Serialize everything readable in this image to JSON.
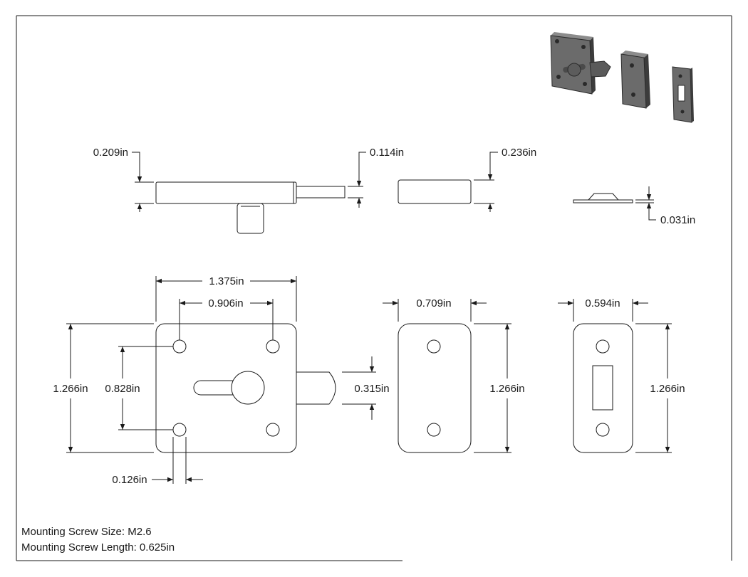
{
  "dimensions": {
    "latch_body_thickness": "0.209in",
    "bolt_thickness": "0.114in",
    "keeper_thickness": "0.236in",
    "strike_plate_thickness": "0.031in",
    "latch_width": "1.375in",
    "latch_hole_spacing_x": "0.906in",
    "latch_height": "1.266in",
    "latch_hole_spacing_y": "0.828in",
    "bolt_diameter": "0.315in",
    "hole_diameter": "0.126in",
    "keeper_width": "0.709in",
    "keeper_height": "1.266in",
    "strike_width": "0.594in",
    "strike_height": "1.266in"
  },
  "notes": {
    "screw_size": "Mounting Screw Size: M2.6",
    "screw_length": "Mounting Screw Length: 0.625in"
  },
  "colors": {
    "line": "#1a1a1a",
    "part_fill": "#ffffff",
    "iso_dark": "#3c3c3c",
    "iso_mid": "#6b6b6b",
    "iso_light": "#8c8c8c"
  }
}
